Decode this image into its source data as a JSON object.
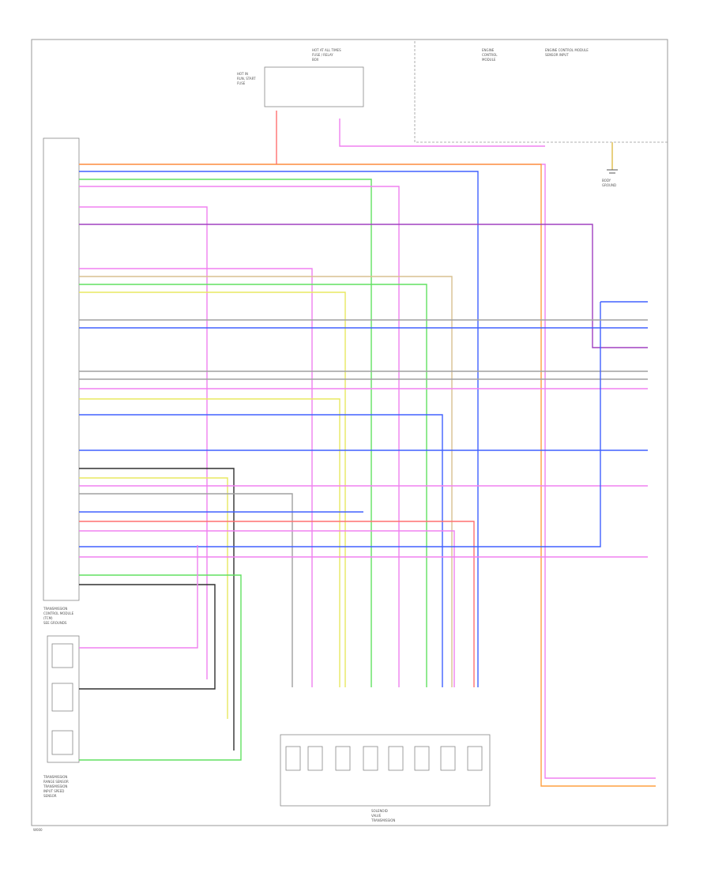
{
  "labels": {
    "top_fuse_block": [
      "HOT AT ALL TIMES",
      "FUSE / RELAY",
      "BOX"
    ],
    "top_relay": [
      "HOT IN",
      "RUN, START",
      "FUSE"
    ],
    "engine_control_module": [
      "ENGINE",
      "CONTROL",
      "MODULE"
    ],
    "right_module": [
      "ENGINE CONTROL MODULE",
      "SENSOR INPUT"
    ],
    "tcm_title": [
      "TRANSMISSION",
      "CONTROL MODULE",
      "(TCM)",
      "SEE GROUNDS"
    ],
    "range_sensor": [
      "TRANSMISSION",
      "RANGE SENSOR",
      "TRANSMISSION",
      "INPUT SPEED",
      "SENSOR"
    ],
    "solenoid_block": [
      "SOLENOID",
      "VALVE",
      "TRANSMISSION"
    ],
    "ground_label": [
      "BODY",
      "GROUND"
    ],
    "footer_code": "W000"
  },
  "colors": {
    "pink": "#f080f0",
    "blue": "#4060ff",
    "green": "#60e060",
    "yellow": "#e8e860",
    "orange": "#ffa040",
    "purple": "#a040c0",
    "gray": "#a0a0a0",
    "black": "#303030",
    "red": "#ff7070",
    "tan": "#d8c090"
  }
}
